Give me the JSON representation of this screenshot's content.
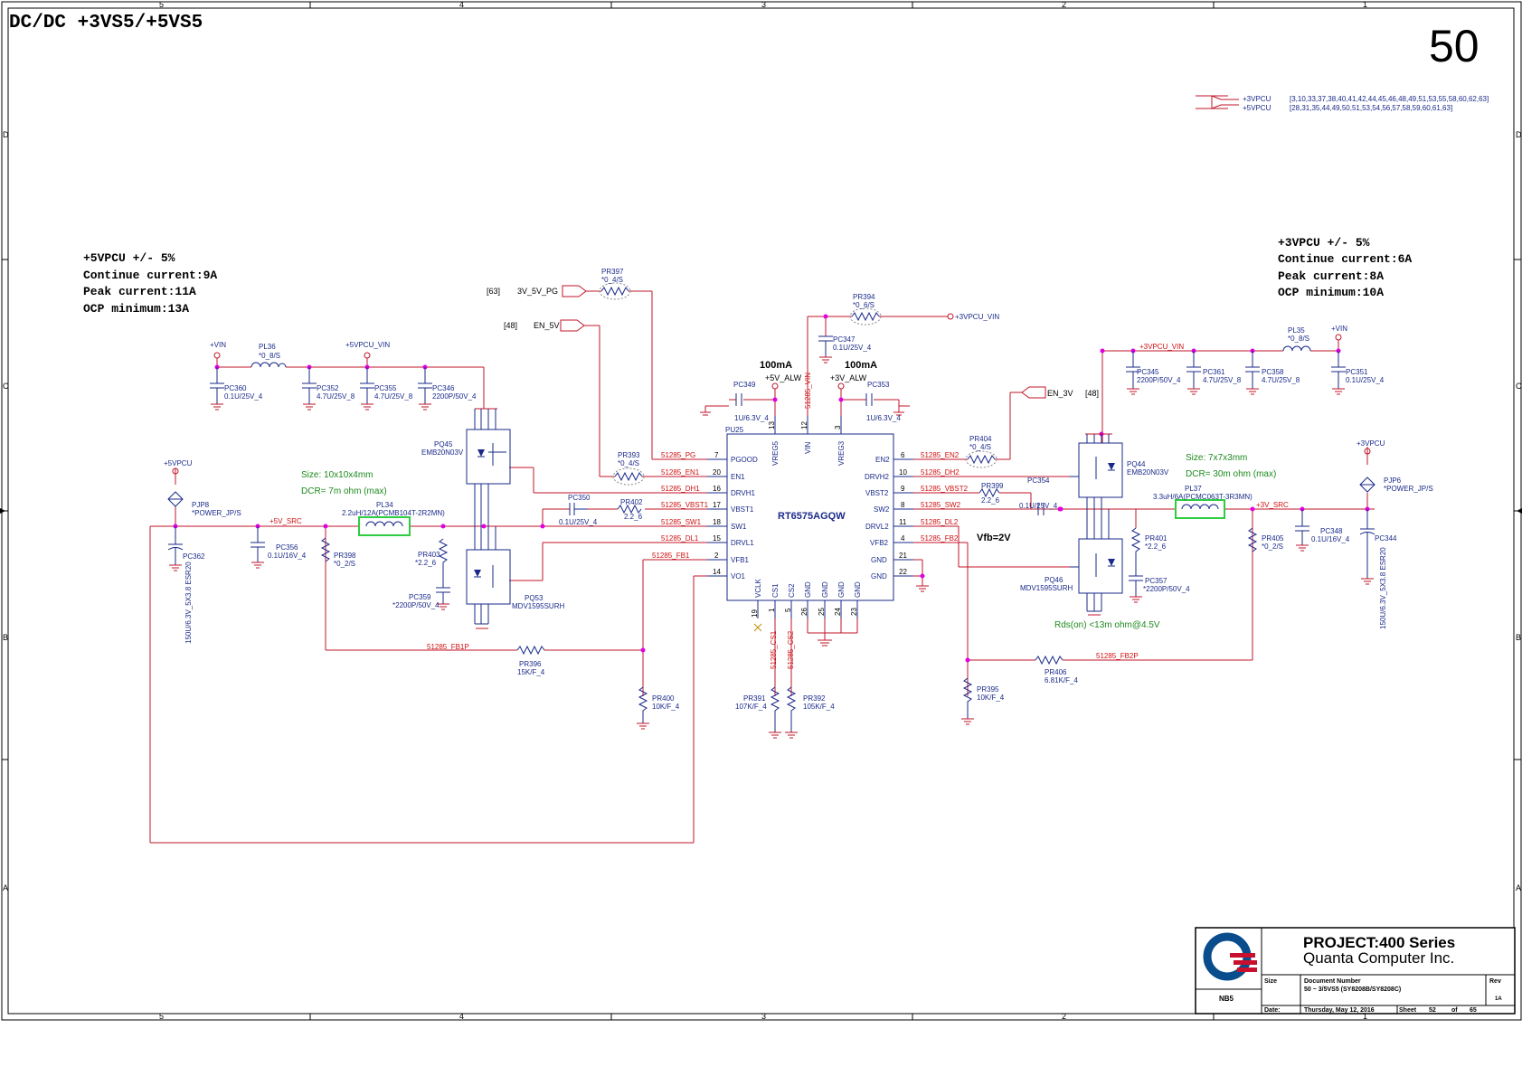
{
  "sheet": {
    "title": "DC/DC +3VS5/+5VS5",
    "page_number": "50",
    "col_markers": [
      "5",
      "4",
      "3",
      "2",
      "1"
    ],
    "row_markers": [
      "D",
      "C",
      "B",
      "A"
    ]
  },
  "offpage_refs": [
    {
      "net": "+3VPCU",
      "pages": "[3,10,33,37,38,40,41,42,44,45,46,48,49,51,53,55,58,60,62,63]"
    },
    {
      "net": "+5VPCU",
      "pages": "[28,31,35,44,49,50,51,53,54,56,57,58,59,60,61,63]"
    }
  ],
  "spec_5v": {
    "line1": "+5VPCU +/- 5%",
    "line2": "Continue current:9A",
    "line3": "Peak current:11A",
    "line4": "OCP minimum:13A"
  },
  "spec_3v": {
    "line1": "+3VPCU +/- 5%",
    "line2": "Continue current:6A",
    "line3": "Peak current:8A",
    "line4": "OCP minimum:10A"
  },
  "green_notes": {
    "size5": "Size: 10x10x4mm",
    "dcr5": "DCR= 7m ohm (max)",
    "size3": "Size: 7x7x3mm",
    "dcr3": "DCR= 30m ohm (max)",
    "rds": "Rds(on) <13m ohm@4.5V"
  },
  "ic": {
    "ref": "PU25",
    "part": "RT6575AGQW",
    "left_pins": [
      {
        "name": "PGOOD",
        "num": "7",
        "net": "51285_PG"
      },
      {
        "name": "EN1",
        "num": "20",
        "net": "51285_EN1"
      },
      {
        "name": "DRVH1",
        "num": "16",
        "net": "51285_DH1"
      },
      {
        "name": "VBST1",
        "num": "17",
        "net": "51285_VBST1"
      },
      {
        "name": "SW1",
        "num": "18",
        "net": "51285_SW1"
      },
      {
        "name": "DRVL1",
        "num": "15",
        "net": "51285_DL1"
      },
      {
        "name": "VFB1",
        "num": "2",
        "net": "51285_FB1"
      },
      {
        "name": "VO1",
        "num": "14",
        "net": ""
      }
    ],
    "right_pins": [
      {
        "name": "EN2",
        "num": "6",
        "net": "51285_EN2"
      },
      {
        "name": "DRVH2",
        "num": "10",
        "net": "51285_DH2"
      },
      {
        "name": "VBST2",
        "num": "9",
        "net": "51285_VBST2"
      },
      {
        "name": "SW2",
        "num": "8",
        "net": "51285_SW2"
      },
      {
        "name": "DRVL2",
        "num": "11",
        "net": "51285_DL2"
      },
      {
        "name": "VFB2",
        "num": "4",
        "net": "51285_FB2"
      },
      {
        "name": "GND",
        "num": "21",
        "net": ""
      },
      {
        "name": "GND",
        "num": "22",
        "net": ""
      }
    ],
    "top_pins": [
      {
        "name": "VREG5",
        "num": "13"
      },
      {
        "name": "VIN",
        "num": "12"
      },
      {
        "name": "VREG3",
        "num": "3"
      }
    ],
    "bottom_pins": [
      {
        "name": "VCLK",
        "num": "19"
      },
      {
        "name": "CS1",
        "num": "1"
      },
      {
        "name": "CS2",
        "num": "5"
      },
      {
        "name": "GND",
        "num": "26"
      },
      {
        "name": "GND",
        "num": "25"
      },
      {
        "name": "GND",
        "num": "24"
      },
      {
        "name": "GND",
        "num": "23"
      }
    ]
  },
  "labels": {
    "ma_left": "100mA",
    "ma_right": "100mA",
    "vfb": "Vfb=2V",
    "n_51285_vin": "51285_VIN",
    "n_51285_cs1": "51285_CS1",
    "n_51285_cs2": "51285_CS2",
    "n_5v_alw": "+5V_ALW",
    "n_3v_alw": "+3V_ALW",
    "n_3vpcu_vin": "+3VPCU_VIN",
    "n_3vpcu_vin2": "+3VPCU_VIN",
    "n_5vpcu_vin": "+5VPCU_VIN",
    "n_vin_l": "+VIN",
    "n_vin_r": "+VIN",
    "n_5v_src": "+5V_SRC",
    "n_3v_src": "+3V_SRC",
    "n_5vpcu": "+5VPCU",
    "n_3vpcu": "+3VPCU",
    "n_fb1p": "51285_FB1P",
    "n_fb2p": "51285_FB2P",
    "n_3v5v_pg": "3V_5V_PG",
    "n_en5v": "EN_5V",
    "n_en3v": "EN_3V",
    "ref63": "[63]",
    "ref48a": "[48]",
    "ref48b": "[48]"
  },
  "components": {
    "PR397": [
      "PR397",
      "*0_4/S"
    ],
    "PR394": [
      "PR394",
      "*0_6/S"
    ],
    "PC347": [
      "PC347",
      "0.1U/25V_4"
    ],
    "PC349": [
      "PC349",
      "1U/6.3V_4"
    ],
    "PC353": [
      "PC353",
      "1U/6.3V_4"
    ],
    "PL36": [
      "PL36",
      "*0_8/S"
    ],
    "PC360": [
      "PC360",
      "0.1U/25V_4"
    ],
    "PC352": [
      "PC352",
      "4.7U/25V_8"
    ],
    "PC355": [
      "PC355",
      "4.7U/25V_8"
    ],
    "PC346": [
      "PC346",
      "2200P/50V_4"
    ],
    "PQ45": [
      "PQ45",
      "EMB20N03V"
    ],
    "PQ53": [
      "PQ53",
      "MDV1595SURH"
    ],
    "PR393": [
      "PR393",
      "*0_4/S"
    ],
    "PC350": [
      "PC350",
      "0.1U/25V_4"
    ],
    "PR402": [
      "PR402",
      "2.2_6"
    ],
    "PJP8": [
      "PJP8",
      "*POWER_JP/S"
    ],
    "PL34": [
      "PL34",
      "2.2uH/12A(PCMB104T-2R2MN)"
    ],
    "PC356": [
      "PC356",
      "0.1U/16V_4"
    ],
    "PR398": [
      "PR398",
      "*0_2/S"
    ],
    "PR403": [
      "PR403",
      "*2.2_6"
    ],
    "PC359": [
      "PC359",
      "*2200P/50V_4"
    ],
    "PC362": [
      "PC362",
      "150U/6.3V_5X3.8 ESR20"
    ],
    "PR396": [
      "PR396",
      "15K/F_4"
    ],
    "PR400": [
      "PR400",
      "10K/F_4"
    ],
    "PR391": [
      "PR391",
      "107K/F_4"
    ],
    "PR392": [
      "PR392",
      "105K/F_4"
    ],
    "PR404": [
      "PR404",
      "*0_4/S"
    ],
    "PR399": [
      "PR399",
      "2.2_6"
    ],
    "PC354": [
      "PC354",
      "0.1U/25V_4"
    ],
    "PQ44": [
      "PQ44",
      "EMB20N03V"
    ],
    "PQ46": [
      "PQ46",
      "MDV1595SURH"
    ],
    "PR401": [
      "PR401",
      "*2.2_6"
    ],
    "PC357": [
      "PC357",
      "*2200P/50V_4"
    ],
    "PL35": [
      "PL35",
      "*0_8/S"
    ],
    "PC345": [
      "PC345",
      "2200P/50V_4"
    ],
    "PC361": [
      "PC361",
      "4.7U/25V_8"
    ],
    "PC358": [
      "PC358",
      "4.7U/25V_8"
    ],
    "PC351": [
      "PC351",
      "0.1U/25V_4"
    ],
    "PL37": [
      "PL37",
      "3.3uH/6A(PCMC063T-3R3MN)"
    ],
    "PC348": [
      "PC348",
      "0.1U/16V_4"
    ],
    "PR405": [
      "PR405",
      "*0_2/S"
    ],
    "PJP6": [
      "PJP6",
      "*POWER_JP/S"
    ],
    "PC344": [
      "PC344",
      "150U/6.3V_5X3.8 ESR20"
    ],
    "PR395": [
      "PR395",
      "10K/F_4"
    ],
    "PR406": [
      "PR406",
      "6.81K/F_4"
    ]
  },
  "title_block": {
    "project": "PROJECT:400 Series",
    "company": "Quanta Computer Inc.",
    "nb": "NB5",
    "size_label": "Size",
    "doc_label": "Document Number",
    "doc_value": "50 ~ 3/5VS5 (SY8208B/SY8208C)",
    "rev_label": "Rev",
    "rev_value": "1A",
    "date_label": "Date:",
    "date_value": "Thursday, May 12, 2016",
    "sheet_label": "Sheet",
    "sheet_value": "52",
    "of_label": "of",
    "of_value": "65",
    "logo_color": "#c8102e",
    "logo_blue": "#0a4d8c"
  }
}
